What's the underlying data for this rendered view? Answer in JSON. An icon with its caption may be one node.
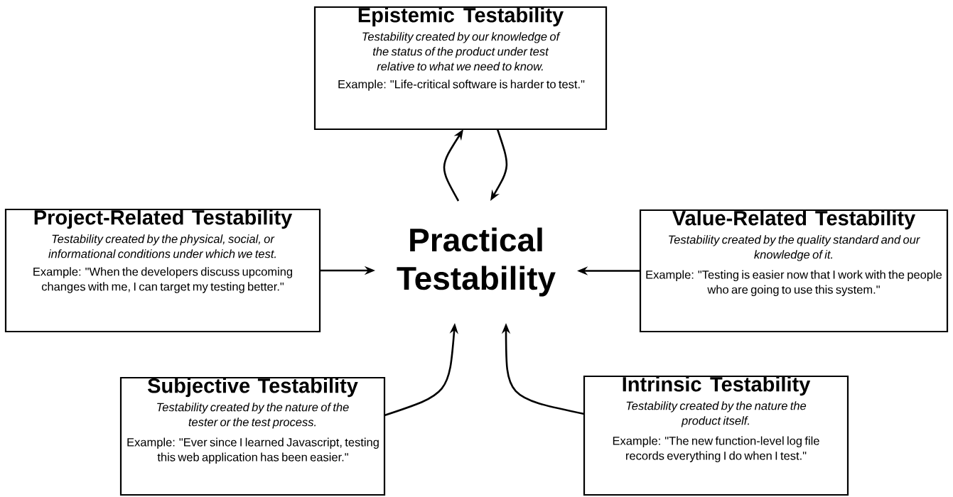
{
  "diagram": {
    "nodes": [
      {
        "text": [
          "Epistemic Testability",
          "Testability created by our knowledge of the status of the product under test relative to what we need to know.",
          "Example: \"Life-critical software is harder to test.\""
        ]
      },
      {
        "text": [
          "Project-Related Testability",
          "Testability created by the physical, social, or informational conditions under which we test.",
          "Example: \"When the developers discuss upcoming changes with me, I can target my testing better.\""
        ]
      },
      {
        "text": [
          "Practical Testability"
        ]
      },
      {
        "text": [
          "Value-Related Testability",
          "Testability created by the quality standard and our knowledge of it.",
          "Example: \"Testing is easier now that I work with the people who are going to use this system.\""
        ]
      },
      {
        "text": [
          "Subjective Testability",
          "Testability created by the nature of the tester or the test process.",
          "Example: \"Ever since I learned Javascript, testing this web application has been easier.\""
        ]
      },
      {
        "text": [
          "Intrinsic Testability",
          "Testability created by the nature the product itself.",
          "Example: \"The new function-level log file records everything I do when I test.\""
        ]
      }
    ],
    "edges": [
      {
        "from": 2,
        "to": 0,
        "arrow": "to"
      },
      {
        "from": 0,
        "to": 2,
        "arrow": "to"
      },
      {
        "from": 1,
        "to": 2,
        "arrow": "to"
      },
      {
        "from": 3,
        "to": 2,
        "arrow": "to"
      },
      {
        "from": 4,
        "to": 2,
        "arrow": "to"
      },
      {
        "from": 5,
        "to": 2,
        "arrow": "to"
      }
    ]
  }
}
